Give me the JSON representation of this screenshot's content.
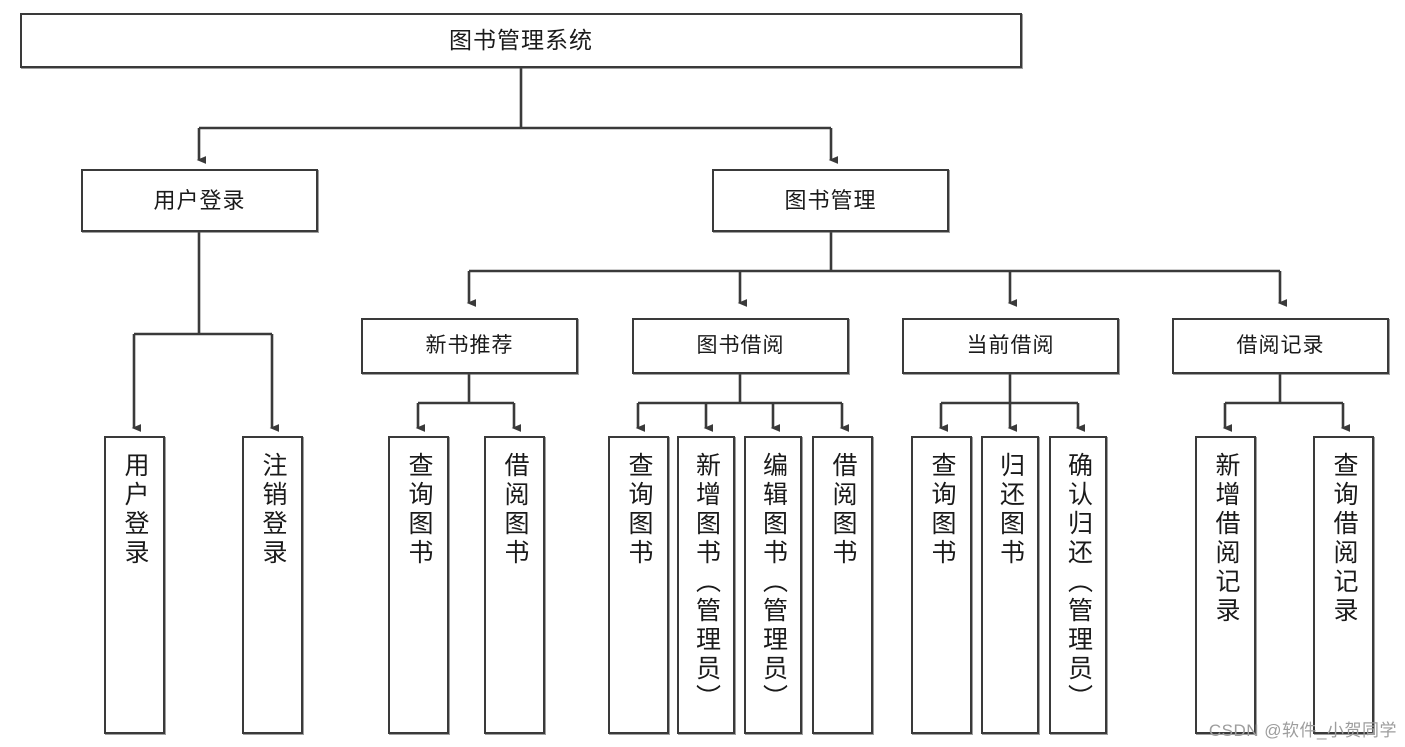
{
  "diagram": {
    "title": "图书管理系统",
    "type": "tree-hierarchy-diagram",
    "colors": {
      "stroke": "#3a3a3a",
      "fill": "#ffffff",
      "text": "#1a1a1a",
      "watermark": "#9d9d9d"
    },
    "root": {
      "label": "图书管理系统"
    },
    "level2": [
      {
        "label": "用户登录"
      },
      {
        "label": "图书管理"
      }
    ],
    "level3": [
      {
        "label": "新书推荐"
      },
      {
        "label": "图书借阅"
      },
      {
        "label": "当前借阅"
      },
      {
        "label": "借阅记录"
      }
    ],
    "leaves": [
      {
        "label": "用户登录",
        "parent": "用户登录"
      },
      {
        "label": "注销登录",
        "parent": "用户登录"
      },
      {
        "label": "查询图书",
        "parent": "新书推荐"
      },
      {
        "label": "借阅图书",
        "parent": "新书推荐"
      },
      {
        "label": "查询图书",
        "parent": "图书借阅"
      },
      {
        "label": "新增图书（管理员）",
        "parent": "图书借阅"
      },
      {
        "label": "编辑图书（管理员）",
        "parent": "图书借阅"
      },
      {
        "label": "借阅图书",
        "parent": "图书借阅"
      },
      {
        "label": "查询图书",
        "parent": "当前借阅"
      },
      {
        "label": "归还图书",
        "parent": "当前借阅"
      },
      {
        "label": "确认归还（管理员）",
        "parent": "当前借阅"
      },
      {
        "label": "新增借阅记录",
        "parent": "借阅记录"
      },
      {
        "label": "查询借阅记录",
        "parent": "借阅记录"
      }
    ],
    "watermark": "CSDN @软件_小贺同学"
  }
}
